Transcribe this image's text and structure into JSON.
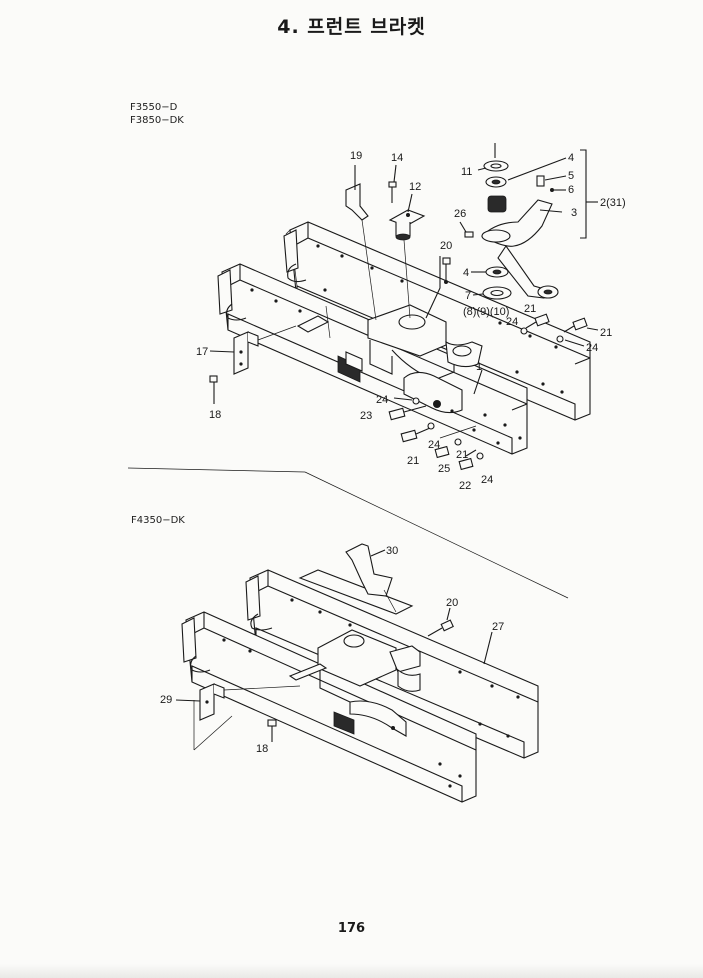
{
  "title": "4. 프런트 브라켓",
  "models_upper": [
    "F3550−D",
    "F3850−DK"
  ],
  "model_lower": "F4350−DK",
  "page_number": "176",
  "upper_callouts": {
    "c19": "19",
    "c14": "14",
    "c12": "12",
    "c11": "11",
    "c4a": "4",
    "c5": "5",
    "c6": "6",
    "c3": "3",
    "c2": "2(31)",
    "c26": "26",
    "c20": "20",
    "c4b": "4",
    "c7": "7",
    "c8910": "(8)(9)(10)",
    "c21a": "21",
    "c24a": "24",
    "c21b": "21",
    "c24b": "24",
    "c17": "17",
    "c18": "18",
    "c1": "1",
    "c24c": "24",
    "c23": "23",
    "c24d": "24",
    "c21c": "21",
    "c21d": "21",
    "c25": "25",
    "c22": "22",
    "c24e": "24"
  },
  "lower_callouts": {
    "c30": "30",
    "c20": "20",
    "c27": "27",
    "c29": "29",
    "c18": "18"
  }
}
